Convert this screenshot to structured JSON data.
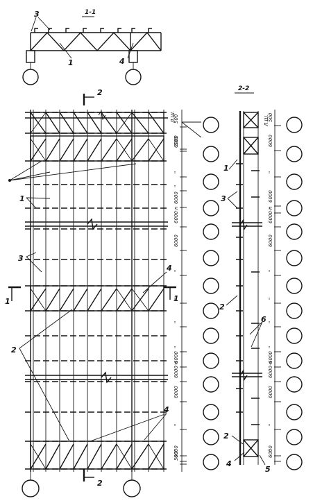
{
  "section_titles": {
    "section_1": "1-1",
    "section_2": "2-2"
  },
  "section_marks": {
    "top_2": "2",
    "bottom_2": "2",
    "left_1": "1",
    "right_1": "1"
  },
  "callouts": {
    "s11_3": "3",
    "s11_1": "1",
    "s11_4": "4",
    "plan_1": "1",
    "plan_3": "3",
    "plan_4_upper": "4",
    "plan_2": "2",
    "plan_4_lower": "4",
    "s22_1": "1",
    "s22_3": "3",
    "s22_2a": "2",
    "s22_6": "6",
    "s22_2b": "2",
    "s22_4": "4",
    "s22_5": "5"
  },
  "dimensions_plan": [
    "500",
    "500",
    "6000",
    "\"",
    "\"",
    "6000",
    "6000·n",
    "6000",
    "\"",
    "\"",
    "\"",
    "\"",
    "6000",
    "6000·n",
    "6000",
    "\"",
    "\"",
    "6000",
    "500"
  ],
  "dimensions_section": [
    "500",
    "6000",
    "\"",
    "6000",
    "\"",
    "6000·n",
    "6000",
    "\"",
    "\"",
    "\"",
    "\"",
    "6000",
    "6000·n",
    "6000",
    "\"",
    "\"",
    "6000"
  ],
  "axis_labels": {
    "top_plan": "Л.Ш.",
    "top_section": "Л.Ш."
  }
}
